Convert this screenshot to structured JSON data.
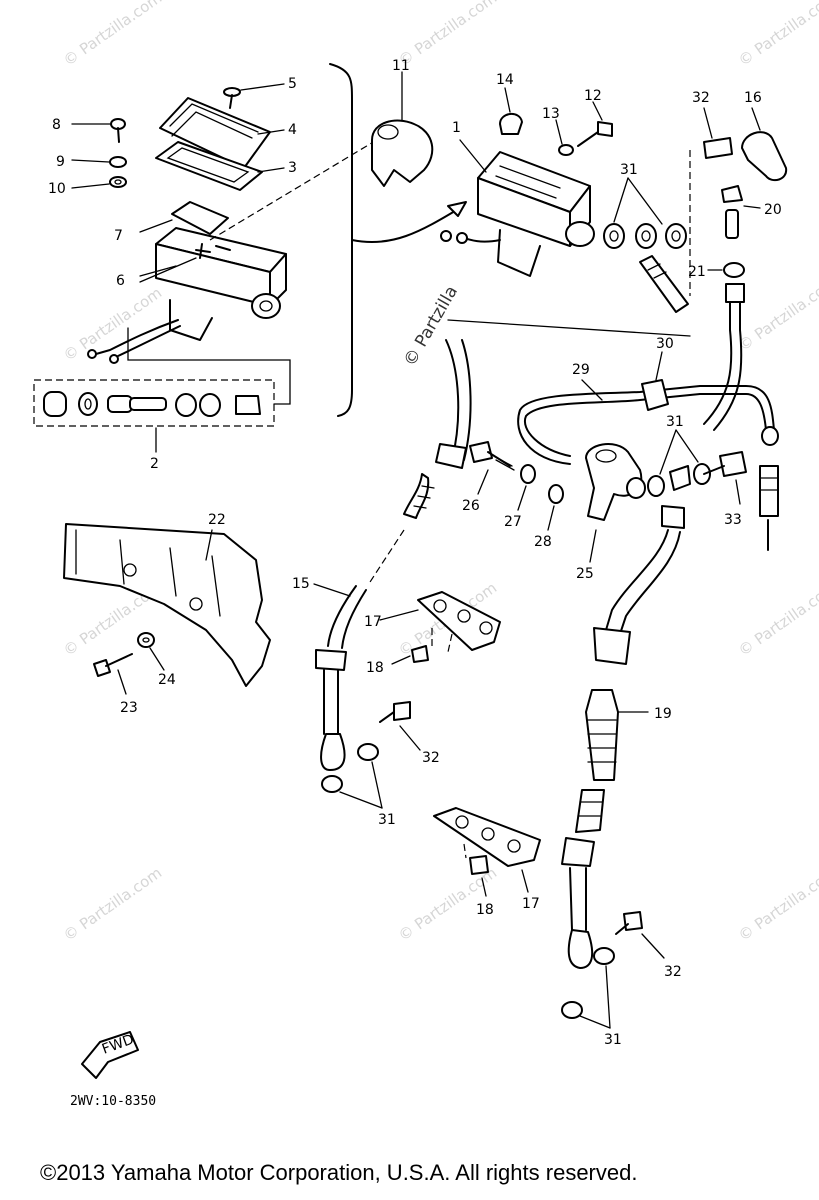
{
  "diagram": {
    "part_numbers": [
      "1",
      "2",
      "3",
      "4",
      "5",
      "6",
      "7",
      "8",
      "9",
      "10",
      "11",
      "12",
      "13",
      "14",
      "15",
      "16",
      "17",
      "18",
      "19",
      "20",
      "21",
      "22",
      "23",
      "24",
      "25",
      "26",
      "27",
      "28",
      "29",
      "30",
      "31",
      "32",
      "33"
    ],
    "fwd_label": "FWD",
    "diagram_code": "2WV:10-8350",
    "watermark": "© Partzilla.com",
    "watermark_center": "© Partzilla"
  },
  "footer": {
    "copyright": "©2013 Yamaha Motor Corporation, U.S.A. All rights reserved."
  }
}
